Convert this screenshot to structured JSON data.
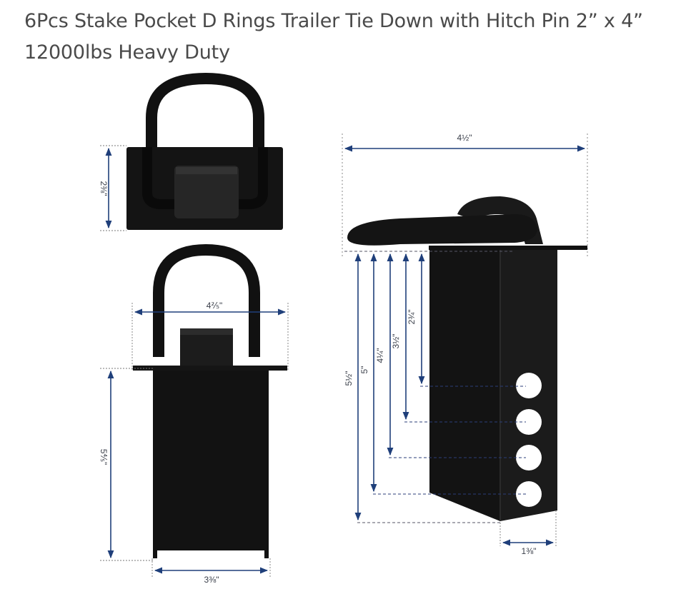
{
  "product": {
    "title": "6Pcs Stake Pocket D Rings Trailer Tie Down with Hitch Pin 2” x 4” 12000lbs Heavy Duty"
  },
  "diagram": {
    "accent_color": "#1f3f7a",
    "body_color": "#111111",
    "views": {
      "top_view": {
        "label": "top-view",
        "height_dim": "2⅜\""
      },
      "front_view": {
        "label": "front-view",
        "width_dim": "4⅖\"",
        "pocket_height_dim": "5⅘\"",
        "pocket_width_dim": "3⅜\""
      },
      "side_view": {
        "label": "side-view",
        "overall_width_dim": "4½\"",
        "hole_depths": [
          "2¾\"",
          "3½\"",
          "4¼\"",
          "5\""
        ],
        "total_depth_dim": "5½\"",
        "depth_dim": "1⅜\"",
        "hole_count": 4
      }
    }
  }
}
